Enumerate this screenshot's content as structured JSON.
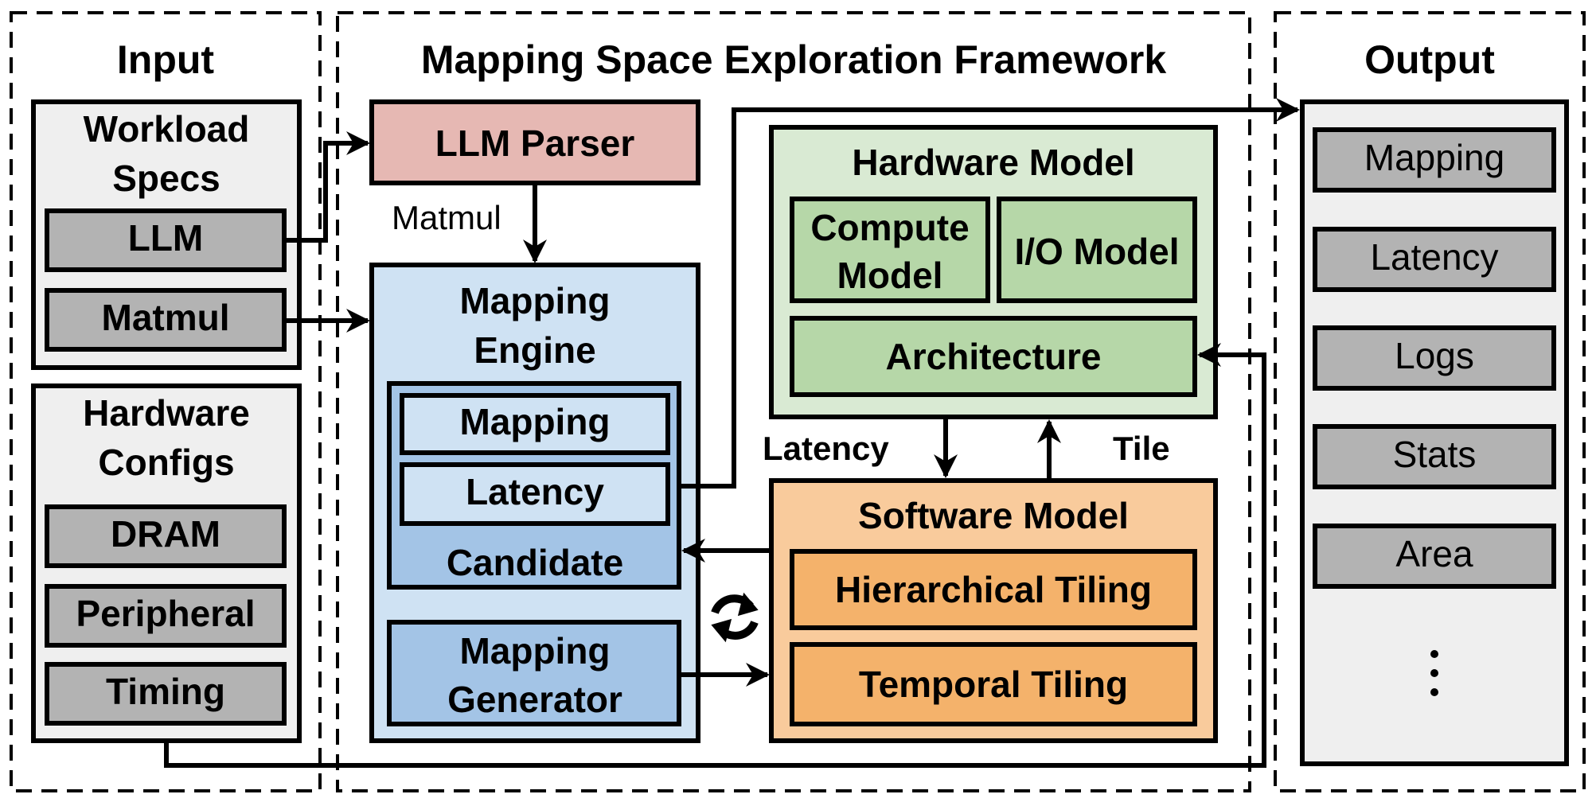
{
  "colors": {
    "line": "#000000",
    "panel_gray": "#efefef",
    "item_gray": "#b3b3b3",
    "llm_parser": "#e6b8b3",
    "engine_light": "#cfe2f3",
    "engine_mid": "#a3c4e6",
    "hw_light": "#d9ead3",
    "hw_mid": "#b6d7a8",
    "sw_light": "#f9cb9c",
    "sw_mid": "#f4b26b"
  },
  "input": {
    "title": "Input",
    "workload": {
      "title_l1": "Workload",
      "title_l2": "Specs",
      "items": [
        "LLM",
        "Matmul"
      ]
    },
    "hardware": {
      "title_l1": "Hardware",
      "title_l2": "Configs",
      "items": [
        "DRAM",
        "Peripheral",
        "Timing"
      ]
    }
  },
  "framework": {
    "title": "Mapping Space Exploration Framework",
    "llm_parser": "LLM Parser",
    "matmul_label": "Matmul",
    "engine": {
      "title_l1": "Mapping",
      "title_l2": "Engine",
      "candidate": {
        "label": "Candidate",
        "items": [
          "Mapping",
          "Latency"
        ]
      },
      "generator_l1": "Mapping",
      "generator_l2": "Generator"
    },
    "hardware_model": {
      "title": "Hardware Model",
      "compute_l1": "Compute",
      "compute_l2": "Model",
      "io": "I/O Model",
      "architecture": "Architecture"
    },
    "latency_label": "Latency",
    "tile_label": "Tile",
    "software_model": {
      "title": "Software Model",
      "items": [
        "Hierarchical Tiling",
        "Temporal Tiling"
      ]
    },
    "loop_icon": "refresh-icon"
  },
  "output": {
    "title": "Output",
    "items": [
      "Mapping",
      "Latency",
      "Logs",
      "Stats",
      "Area"
    ],
    "more_icon": "vertical-ellipsis-icon"
  }
}
